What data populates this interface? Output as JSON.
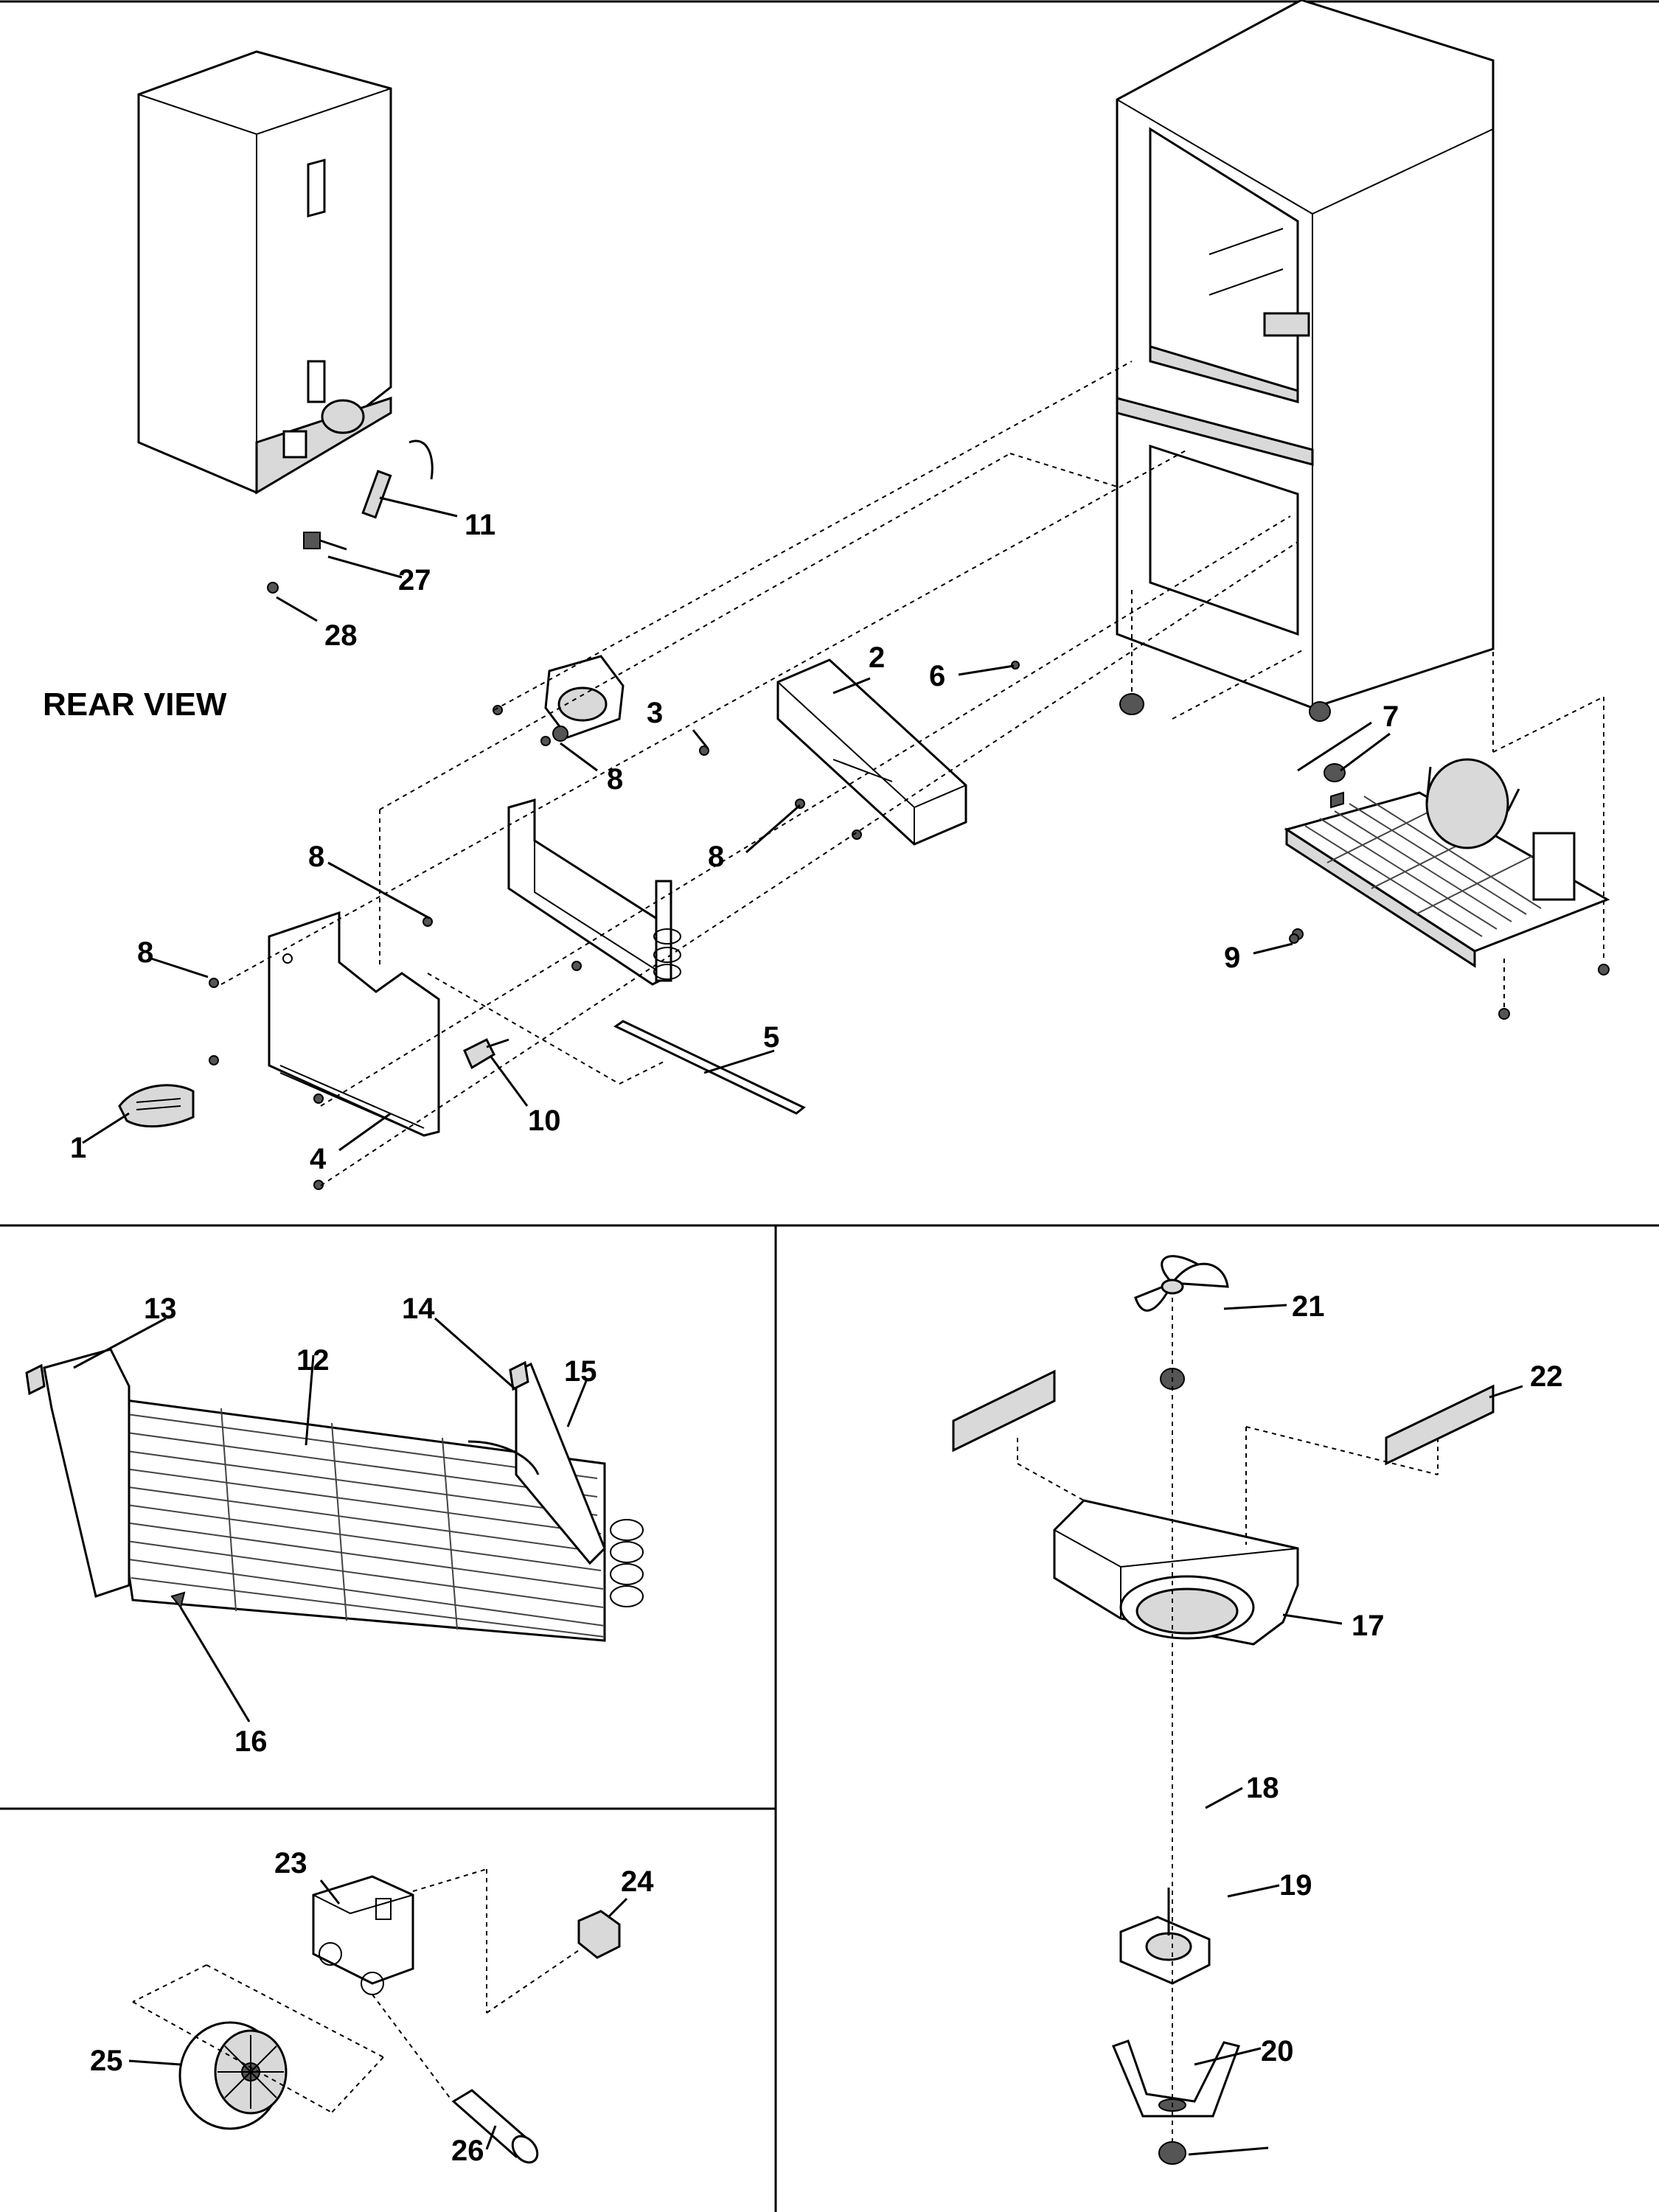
{
  "diagram": {
    "view_label": "REAR VIEW",
    "callouts": [
      {
        "id": "c1",
        "label": "1"
      },
      {
        "id": "c2",
        "label": "2"
      },
      {
        "id": "c3",
        "label": "3"
      },
      {
        "id": "c4",
        "label": "4"
      },
      {
        "id": "c5",
        "label": "5"
      },
      {
        "id": "c6",
        "label": "6"
      },
      {
        "id": "c7",
        "label": "7"
      },
      {
        "id": "c8a",
        "label": "8"
      },
      {
        "id": "c8b",
        "label": "8"
      },
      {
        "id": "c8c",
        "label": "8"
      },
      {
        "id": "c8d",
        "label": "8"
      },
      {
        "id": "c9",
        "label": "9"
      },
      {
        "id": "c10",
        "label": "10"
      },
      {
        "id": "c11",
        "label": "11"
      },
      {
        "id": "c12",
        "label": "12"
      },
      {
        "id": "c13",
        "label": "13"
      },
      {
        "id": "c14",
        "label": "14"
      },
      {
        "id": "c15",
        "label": "15"
      },
      {
        "id": "c16",
        "label": "16"
      },
      {
        "id": "c17",
        "label": "17"
      },
      {
        "id": "c18",
        "label": "18"
      },
      {
        "id": "c19",
        "label": "19"
      },
      {
        "id": "c20",
        "label": "20"
      },
      {
        "id": "c21",
        "label": "21"
      },
      {
        "id": "c22",
        "label": "22"
      },
      {
        "id": "c23",
        "label": "23"
      },
      {
        "id": "c24",
        "label": "24"
      },
      {
        "id": "c25",
        "label": "25"
      },
      {
        "id": "c26",
        "label": "26"
      },
      {
        "id": "c27",
        "label": "27"
      },
      {
        "id": "c28",
        "label": "28"
      }
    ]
  }
}
